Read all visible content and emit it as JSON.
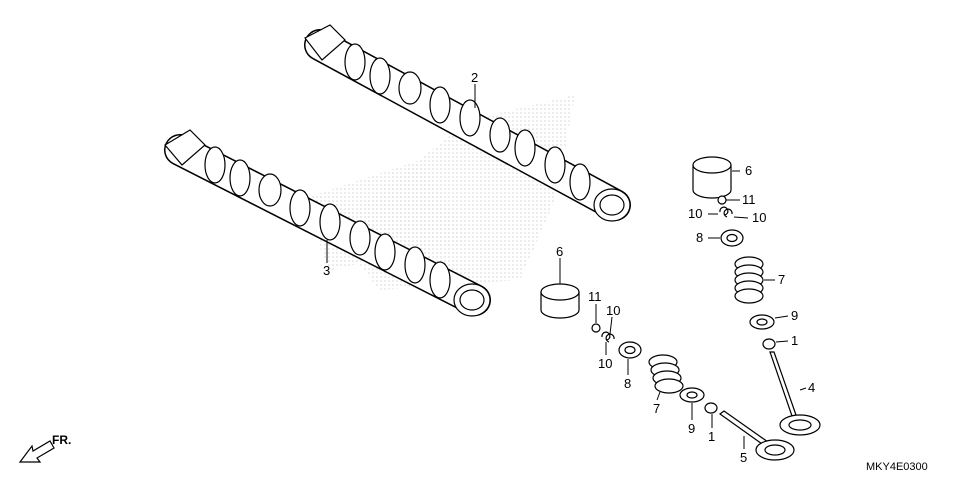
{
  "diagram": {
    "code": "MKY4E0300",
    "direction_label": "FR.",
    "callouts": {
      "camshaft_upper": "2",
      "camshaft_lower": "3",
      "lifter_right": "6",
      "lifter_left": "6",
      "cotter_right": "11",
      "cotter_left": "11",
      "keeper_right_a": "10",
      "keeper_right_b": "10",
      "keeper_left_a": "10",
      "keeper_left_b": "10",
      "retainer_right": "8",
      "retainer_left": "8",
      "spring_right": "7",
      "spring_left": "7",
      "spring_seat_right": "9",
      "spring_seat_left": "9",
      "seal_right": "1",
      "seal_left": "1",
      "valve_right": "4",
      "valve_left": "5"
    }
  }
}
